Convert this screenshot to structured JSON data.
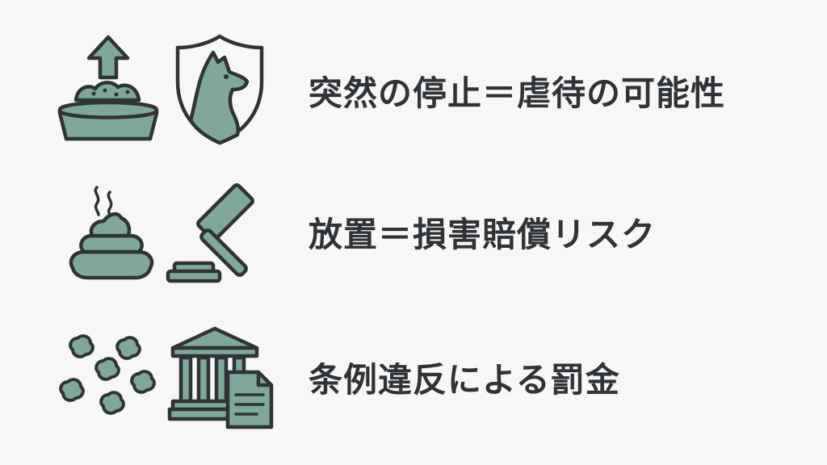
{
  "colors": {
    "fill": "#7fa89a",
    "stroke": "#2f3337",
    "background": "#f7f7f5"
  },
  "items": [
    {
      "label": "突然の停止＝虐待の可能性",
      "icons": [
        "food-bowl-arrow-up-icon",
        "dog-shield-icon"
      ]
    },
    {
      "label": "放置＝損害賠償リスク",
      "icons": [
        "poop-icon",
        "gavel-icon"
      ]
    },
    {
      "label": "条例違反による罰金",
      "icons": [
        "scattered-droppings-icon",
        "courthouse-document-icon"
      ]
    }
  ]
}
